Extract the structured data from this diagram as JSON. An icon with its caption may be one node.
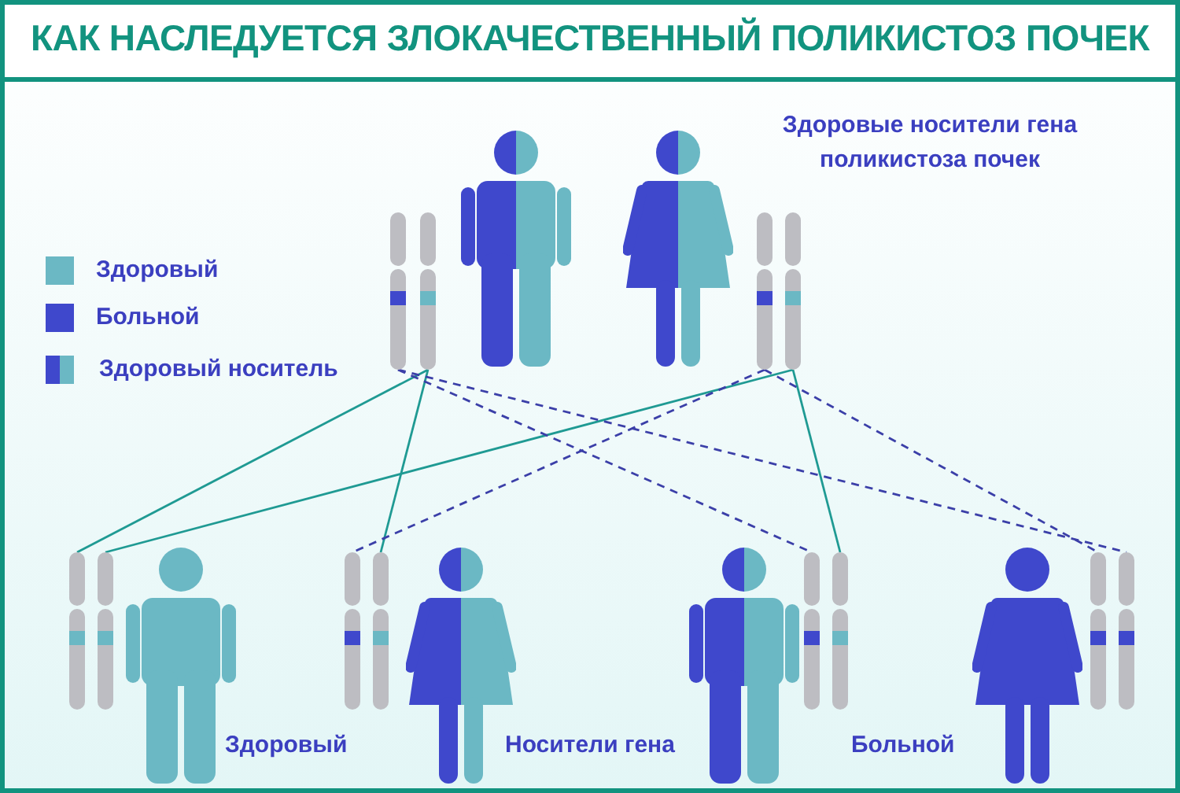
{
  "diagram": {
    "title": "КАК НАСЛЕДУЕТСЯ ЗЛОКАЧЕСТВЕННЫЙ ПОЛИКИСТОЗ ПОЧЕК",
    "nodes": [
      {
        "text": [],
        "shape": "person"
      },
      {
        "text": [],
        "shape": "person"
      },
      {
        "text": [],
        "shape": "bar"
      },
      {
        "text": [],
        "shape": "bar"
      },
      {
        "text": [],
        "shape": "bar"
      },
      {
        "text": [],
        "shape": "bar"
      },
      {
        "text": [],
        "shape": "bar"
      },
      {
        "text": [],
        "shape": "bar"
      },
      {
        "text": [],
        "shape": "person"
      },
      {
        "text": [],
        "shape": "bar"
      },
      {
        "text": [],
        "shape": "bar"
      },
      {
        "text": [],
        "shape": "person"
      },
      {
        "text": [],
        "shape": "person"
      },
      {
        "text": [],
        "shape": "bar"
      },
      {
        "text": [],
        "shape": "bar"
      },
      {
        "text": [],
        "shape": "person"
      },
      {
        "text": [],
        "shape": "bar"
      },
      {
        "text": [],
        "shape": "bar"
      }
    ],
    "edges": [
      {
        "from": 3,
        "to": 6,
        "arrow": "none"
      },
      {
        "from": 5,
        "to": 7,
        "arrow": "none"
      },
      {
        "from": 3,
        "to": 10,
        "arrow": "none"
      },
      {
        "from": 4,
        "to": 9,
        "arrow": "none",
        "style": "dashed",
        "color": "#3b3fa8"
      },
      {
        "from": 2,
        "to": 13,
        "arrow": "none",
        "style": "dashed",
        "color": "#3b3fa8"
      },
      {
        "from": 5,
        "to": 14,
        "arrow": "none"
      },
      {
        "from": 4,
        "to": 16,
        "arrow": "none",
        "style": "dashed",
        "color": "#3b3fa8"
      },
      {
        "from": 2,
        "to": 17,
        "arrow": "none",
        "style": "dashed",
        "color": "#3b3fa8"
      }
    ],
    "labels": [
      "Здоровые носители гена поликистоза почек",
      "Здоровый",
      "Носители гена",
      "Больной"
    ],
    "legend": [
      {
        "text": "Здоровый",
        "color": "#6bb8c4"
      },
      {
        "text": "Больной",
        "color": "#3f48cc"
      },
      {
        "text": "Здоровый носитель"
      }
    ]
  }
}
